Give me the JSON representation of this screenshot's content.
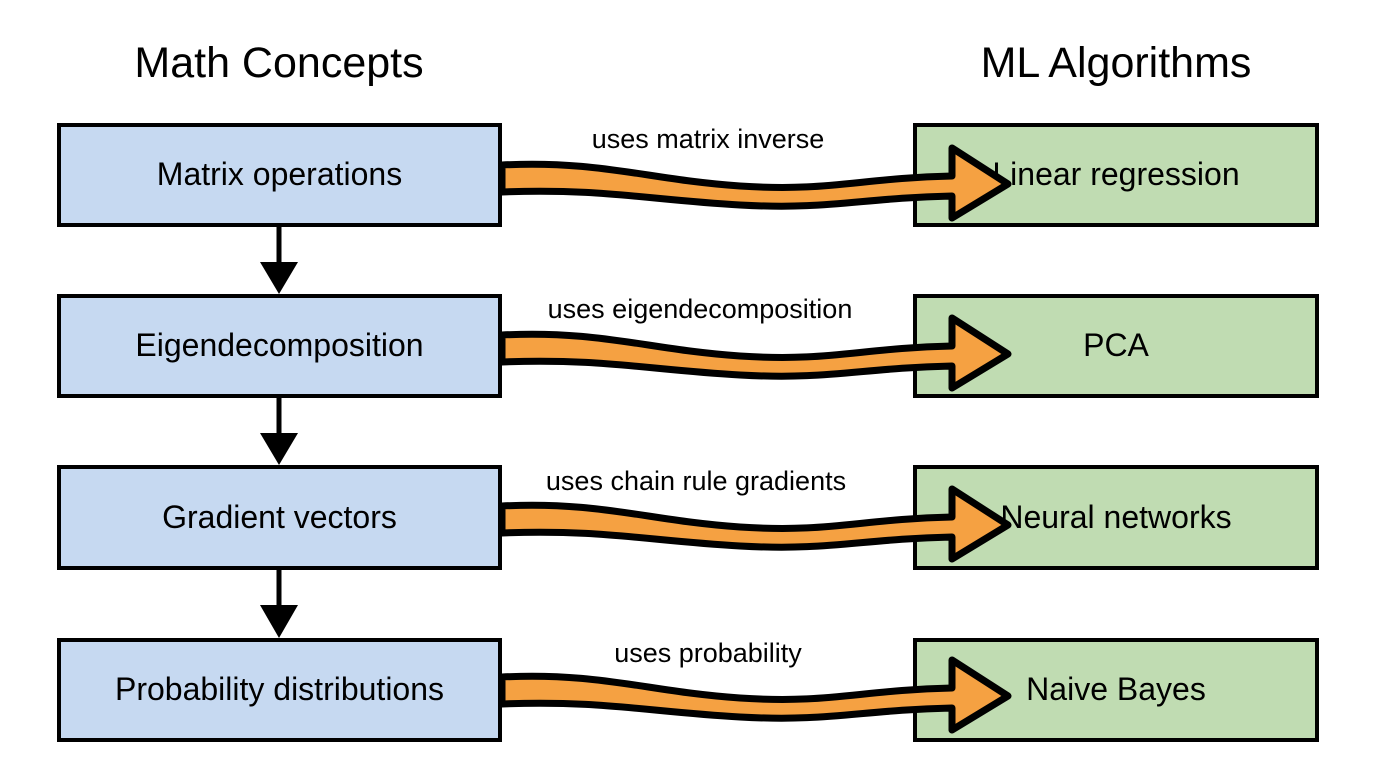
{
  "diagram": {
    "title_left": "Math Concepts",
    "title_right": "ML Algorithms",
    "background_color": "#ffffff",
    "math_box_color": "#c6d9f1",
    "algo_box_color": "#c0dcb2",
    "arrow_color": "#f5a142",
    "outline_color": "#000000"
  },
  "columns": {
    "left": {
      "header": "Math Concepts"
    },
    "right": {
      "header": "ML Algorithms"
    }
  },
  "rows": [
    {
      "math": "Matrix operations",
      "algo": "Linear regression",
      "edge_label": "uses matrix inverse"
    },
    {
      "math": "Eigendecomposition",
      "algo": "PCA",
      "edge_label": "uses eigendecomposition"
    },
    {
      "math": "Gradient vectors",
      "algo": "Neural networks",
      "edge_label": "uses chain rule gradients"
    },
    {
      "math": "Probability distributions",
      "algo": "Naive Bayes",
      "edge_label": "uses probability"
    }
  ],
  "vertical_flow": [
    {
      "from": "Matrix operations",
      "to": "Eigendecomposition"
    },
    {
      "from": "Eigendecomposition",
      "to": "Gradient vectors"
    },
    {
      "from": "Gradient vectors",
      "to": "Probability distributions"
    }
  ]
}
